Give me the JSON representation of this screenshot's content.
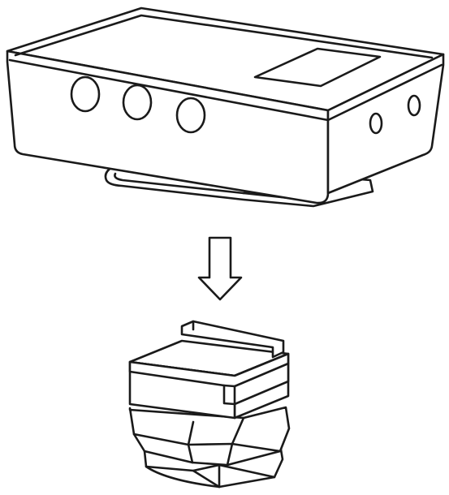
{
  "figure": {
    "kind": "line-art installation illustration",
    "components": [
      "device-body",
      "shoe-mount-plate",
      "arrow-down",
      "cold-shoe-adapter"
    ],
    "stroke_color": "#1a1a1a",
    "background_color": "#ffffff"
  }
}
